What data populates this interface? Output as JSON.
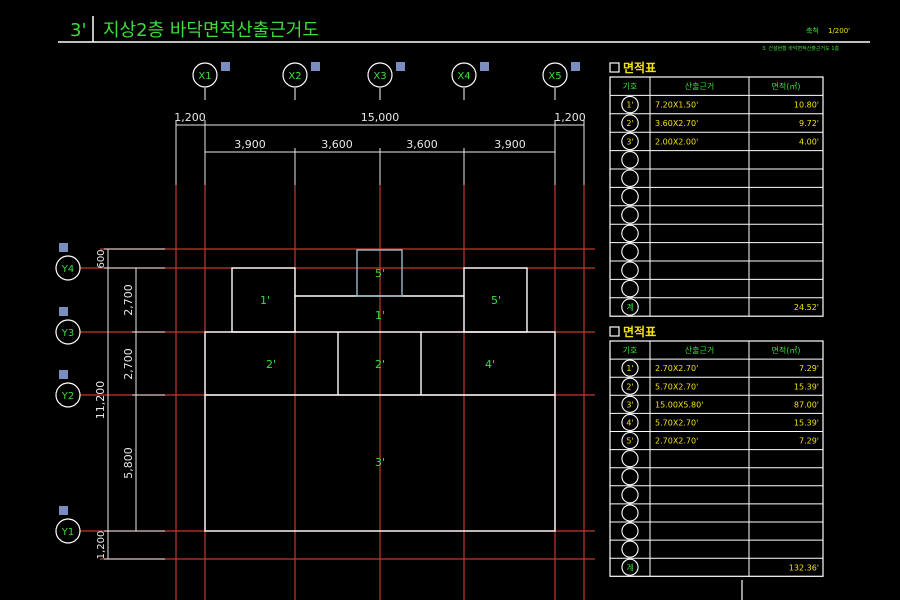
{
  "title": {
    "number": "3'",
    "text": "지상2층 바닥면적산출근거도",
    "scale_label": "축척",
    "scale_value": "1/200'",
    "subtitle": "3. 건설현황 바닥면적산출근거도 1층"
  },
  "grid_x_labels": [
    "X1",
    "X2",
    "X3",
    "X4",
    "X5"
  ],
  "grid_y_labels": [
    "Y4",
    "Y3",
    "Y2",
    "Y1"
  ],
  "dimensions": {
    "top_left": "1,200",
    "top_total": "15,000",
    "top_right": "1,200",
    "spans": [
      "3,900",
      "3,600",
      "3,600",
      "3,900"
    ],
    "left_top_small": "600",
    "left_spans": [
      "2,700",
      "2,700",
      "5,800"
    ],
    "left_total": "11,200",
    "left_bottom": "1,200"
  },
  "plan_labels": {
    "r1a": "1'",
    "r1b": "1'",
    "r5top": "5'",
    "r5right": "5'",
    "r2left": "2'",
    "r2mid": "2'",
    "r4": "4'",
    "r3": "3'"
  },
  "table1": {
    "heading": "면적표",
    "headers": [
      "기호",
      "산출근거",
      "면적(㎡)"
    ],
    "rows": [
      {
        "sym": "1'",
        "calc": "7.20X1.50'",
        "area": "10.80'"
      },
      {
        "sym": "2'",
        "calc": "3.60X2.70'",
        "area": "9.72'"
      },
      {
        "sym": "3'",
        "calc": "2.00X2.00'",
        "area": "4.00'"
      }
    ],
    "empty_rows": 8,
    "total_label": "계",
    "total_value": "24.52'"
  },
  "table2": {
    "heading": "면적표",
    "headers": [
      "기호",
      "산출근거",
      "면적(㎡)"
    ],
    "rows": [
      {
        "sym": "1'",
        "calc": "2.70X2.70'",
        "area": "7.29'"
      },
      {
        "sym": "2'",
        "calc": "5.70X2.70'",
        "area": "15.39'"
      },
      {
        "sym": "3'",
        "calc": "15.00X5.80'",
        "area": "87.00'"
      },
      {
        "sym": "4'",
        "calc": "5.70X2.70'",
        "area": "15.39'"
      },
      {
        "sym": "5'",
        "calc": "2.70X2.70'",
        "area": "7.29'"
      }
    ],
    "empty_rows": 6,
    "total_label": "계",
    "total_value": "132.36'"
  },
  "colors": {
    "background": "#000000",
    "line": "#ffffff",
    "grid": "#c0392b",
    "dimension": "#e8e8e8",
    "text_green": "#3ddc3d",
    "text_yellow": "#f2e20c",
    "marker": "#7a8cc0"
  }
}
